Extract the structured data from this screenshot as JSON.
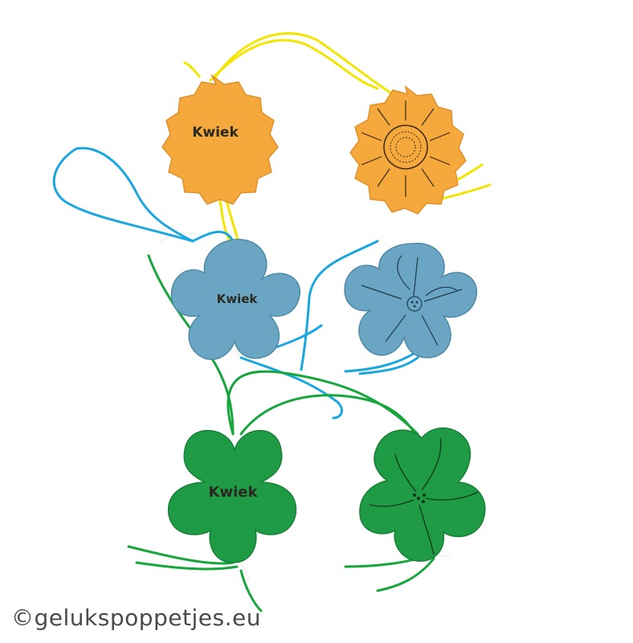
{
  "photo": {
    "background": "#ffffff",
    "ornaments": {
      "sunflower_front": {
        "label": "Kwiek",
        "color": "#f5a83c",
        "cord": "#f2e600"
      },
      "sunflower_back": {
        "color": "#f5a83c",
        "cord": "#f2e600"
      },
      "blossom_front": {
        "label": "Kwiek",
        "color": "#6aa6c4",
        "cord": "#1aa7e0"
      },
      "blossom_back": {
        "color": "#6aa6c4",
        "cord": "#1aa7e0"
      },
      "clover_front": {
        "label": "Kwiek",
        "color": "#1f9a45",
        "cord": "#17a63c"
      },
      "clover_back": {
        "color": "#1f9a45",
        "cord": "#17a63c"
      }
    }
  },
  "watermark": {
    "text": "©gelukspoppetjes.eu"
  }
}
